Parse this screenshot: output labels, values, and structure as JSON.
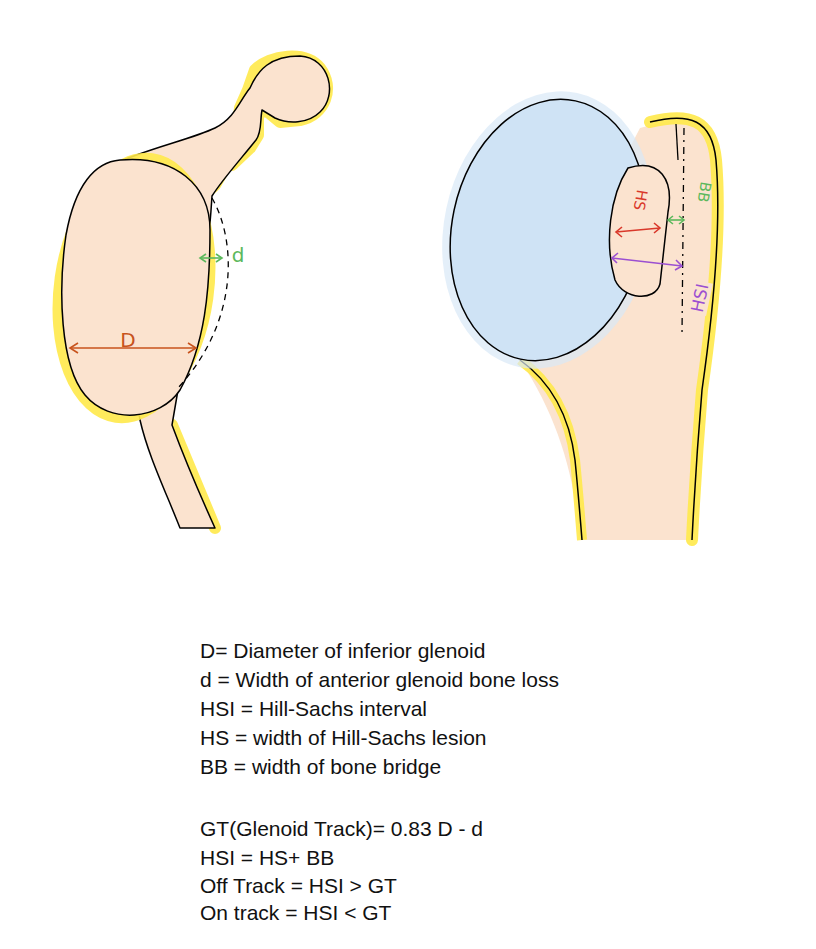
{
  "diagram": {
    "labels": [
      "d",
      "D",
      "HS",
      "BB",
      "HSI",
      "D= Diameter of inferior glenoid",
      "d = Width of anterior glenoid bone loss",
      "HSI = Hill-Sachs interval",
      "HS = width of Hill-Sachs lesion",
      "BB = width of bone bridge",
      "GT(Glenoid Track)= 0.83 D - d",
      "HSI = HS+ BB",
      "Off Track = HSI > GT",
      "On track = HSI < GT"
    ]
  }
}
